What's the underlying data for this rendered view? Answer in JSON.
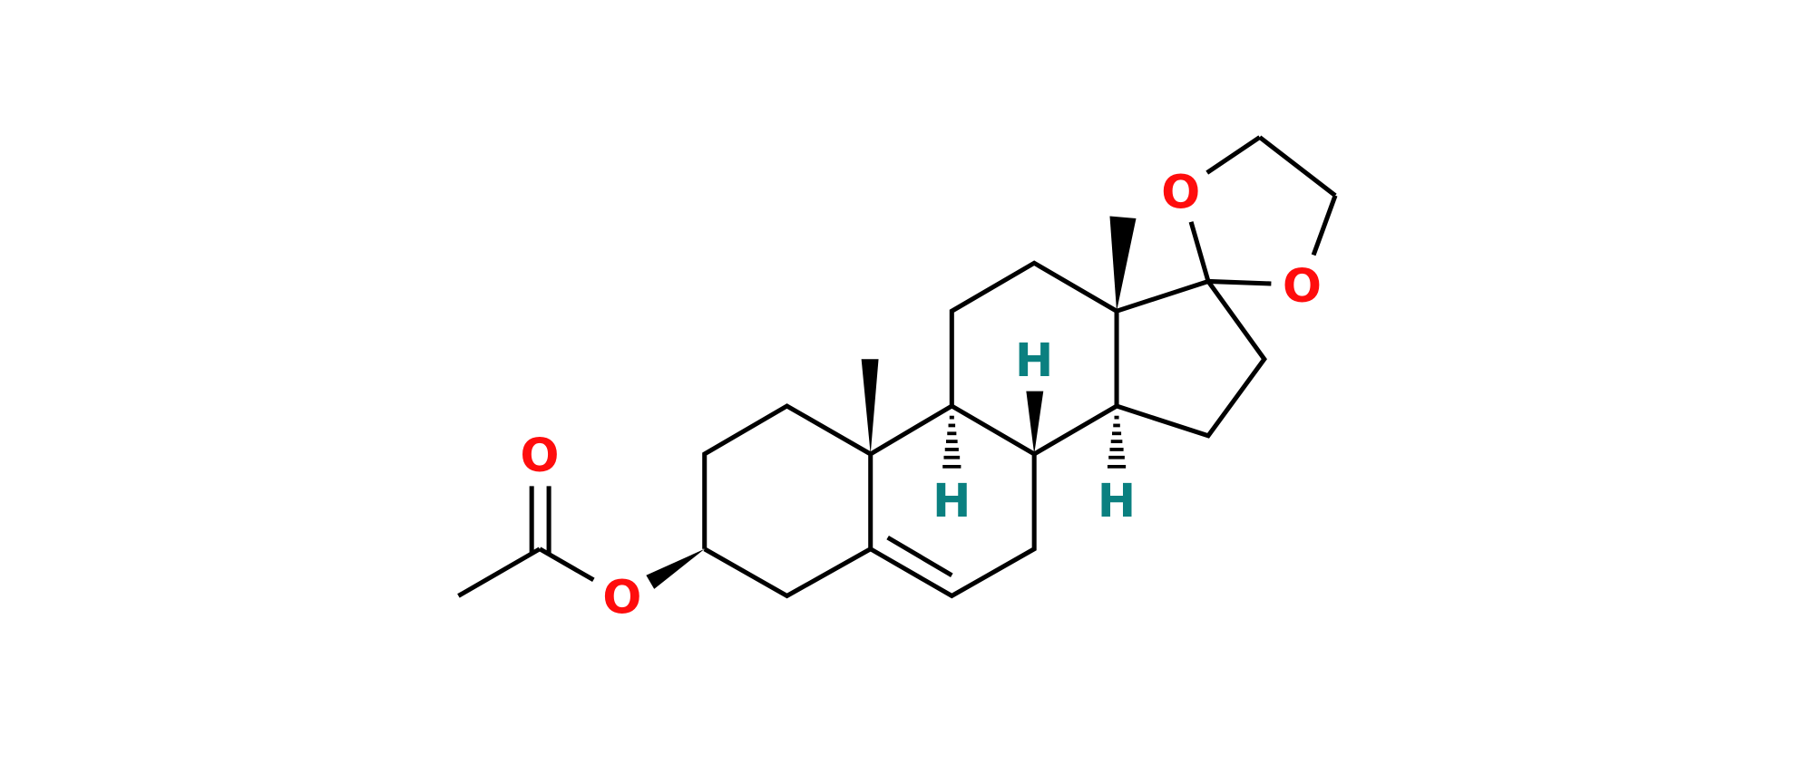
{
  "molecule": {
    "atom_labels": {
      "o_carbonyl": "O",
      "o_ester": "O",
      "o_dioxolane_top": "O",
      "o_dioxolane_right": "O",
      "h_c8": "H",
      "h_c9": "H",
      "h_c14": "H"
    },
    "colors": {
      "oxygen": "#ff0d0d",
      "hydrogen": "#0a8080",
      "bond": "#000000"
    }
  }
}
